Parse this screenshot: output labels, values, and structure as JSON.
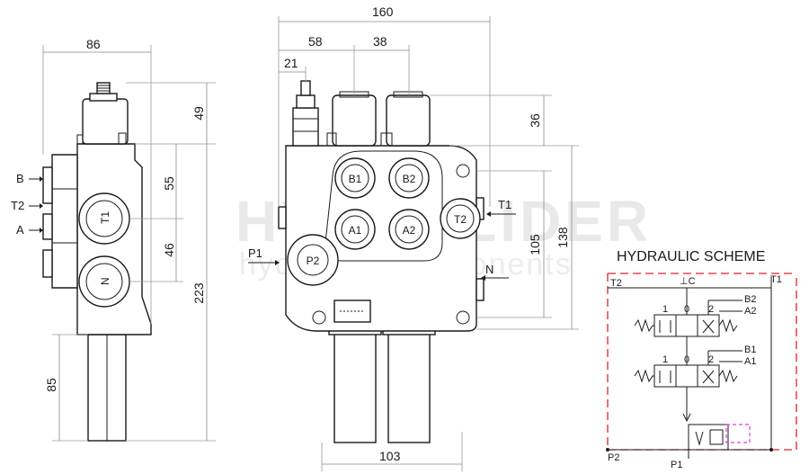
{
  "watermark": {
    "brand": "HYDROLIDER",
    "tagline": "hydraulic components"
  },
  "dimensions": {
    "side_width": "86",
    "side_top_height": "49",
    "side_port_spacing_a": "55",
    "side_port_spacing_b": "46",
    "side_total_height": "223",
    "side_spool_length": "85",
    "front_total_width": "160",
    "front_width_58": "58",
    "front_width_38": "38",
    "front_width_21": "21",
    "front_cap_height": "36",
    "front_body_height": "138",
    "front_port_height": "105",
    "front_spool_width": "103"
  },
  "side_view_labels": {
    "B": "B",
    "T2": "T2",
    "A": "A",
    "port_T1": "T1",
    "port_N": "N"
  },
  "front_view_labels": {
    "B1": "B1",
    "B2": "B2",
    "A1": "A1",
    "A2": "A2",
    "T2": "T2",
    "P2": "P2",
    "P1": "P1",
    "T1": "T1",
    "N": "N"
  },
  "scheme": {
    "title": "HYDRAULIC SCHEME",
    "T2": "T2",
    "C": "⊥C",
    "T1": "T1",
    "B2": "B2",
    "A2": "A2",
    "B1": "B1",
    "A1": "A1",
    "P2": "P2",
    "P1": "P1",
    "pos1": "1",
    "pos2": "2",
    "pos0": "0"
  },
  "colors": {
    "scheme_border": "#e0202a",
    "relief_pilot": "#e040d0"
  }
}
